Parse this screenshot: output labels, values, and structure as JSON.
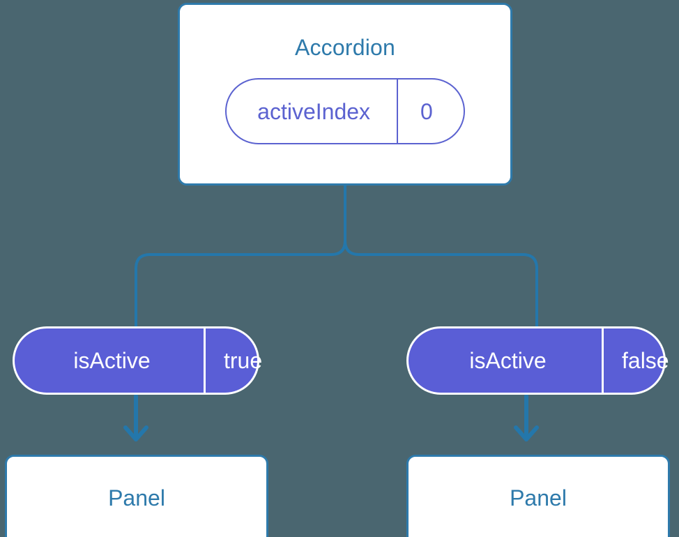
{
  "diagram": {
    "title": "Accordion component state tree",
    "background_color": "#4a6670",
    "accent_blue": "#2e7aab",
    "accent_indigo": "#5b62d0",
    "pill_fill": "#5a5ed6",
    "card_fill": "#ffffff"
  },
  "root": {
    "label": "Accordion",
    "state_pill": {
      "key": "activeIndex",
      "value": "0"
    }
  },
  "branches": [
    {
      "prop_pill": {
        "key": "isActive",
        "value": "true"
      },
      "arrow": "arrow-down-icon",
      "child": {
        "label": "Panel"
      }
    },
    {
      "prop_pill": {
        "key": "isActive",
        "value": "false"
      },
      "arrow": "arrow-down-icon",
      "child": {
        "label": "Panel"
      }
    }
  ]
}
